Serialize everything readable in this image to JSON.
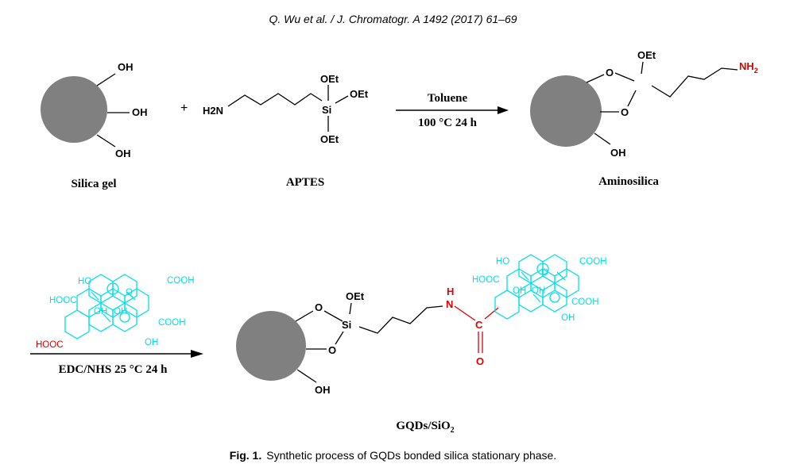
{
  "header": {
    "citation": "Q. Wu et al. / J. Chromatogr. A 1492 (2017) 61–69"
  },
  "scheme": {
    "plus": "+",
    "silica_gel": {
      "label": "Silica gel",
      "oh": "OH"
    },
    "aptes": {
      "label": "APTES",
      "oet": "OEt",
      "si": "Si",
      "h2n": "H2N"
    },
    "step1": {
      "reagent": "Toluene",
      "condition": "100 °C 24 h"
    },
    "aminosilica": {
      "label": "Aminosilica",
      "o": "O",
      "nh2": "NH2"
    },
    "step2": {
      "condition": "EDC/NHS 25 °C 24 h"
    },
    "gqd": {
      "ho": "HO",
      "cooh": "COOH",
      "hooc": "HOOC",
      "oh": "OH",
      "o": "O"
    },
    "product": {
      "label": "GQDs/SiO2",
      "n": "N",
      "h": "H",
      "c": "C",
      "o": "O"
    }
  },
  "caption": {
    "figure_label": "Fig. 1.",
    "text": "Synthetic process of GQDs bonded silica stationary phase."
  },
  "colors": {
    "sphere": "#808080",
    "gqd": "#00E0E8",
    "amide": "#E00000",
    "text": "#000000"
  }
}
